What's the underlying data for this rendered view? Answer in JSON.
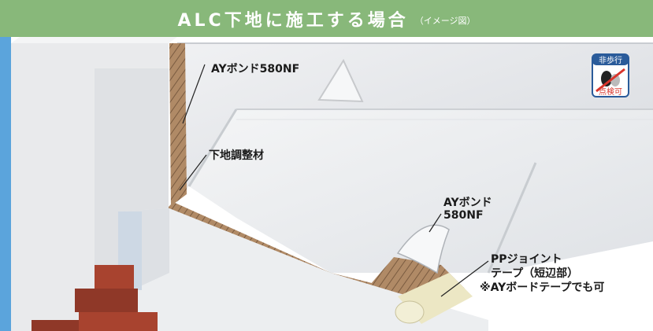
{
  "header": {
    "title": "ALC下地に施工する場合",
    "subtitle": "（イメージ図）",
    "bg_color": "#88b87a"
  },
  "badge": {
    "line1": "非歩行",
    "line2": "点検可",
    "icon": "no-walking-icon"
  },
  "labels": {
    "bond_wall": "AYボンド580NF",
    "base_adjust": "下地調整材",
    "bond_floor_1": "AYボンド",
    "bond_floor_2": "580NF",
    "tape_1": "PPジョイント",
    "tape_2": "テープ（短辺部）",
    "tape_3": "※AYボードテープでも可"
  },
  "colors": {
    "wall": "#e6e8eb",
    "floor": "#eef0f2",
    "adhesive": "#9b7a5c",
    "brick": "#a8432f",
    "sky": "#5ba4dc"
  }
}
